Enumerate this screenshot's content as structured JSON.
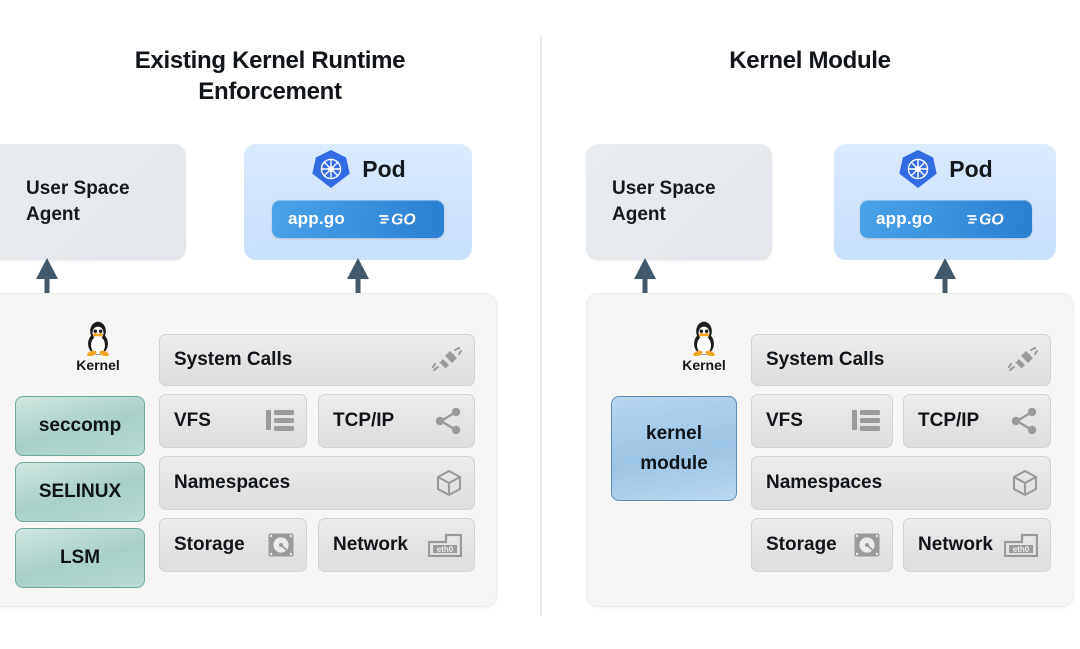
{
  "diagram": {
    "panels": [
      {
        "id": "existing",
        "title": "Existing Kernel Runtime Enforcement",
        "agent": {
          "label_line1": "User Space",
          "label_line2": "Agent"
        },
        "pod": {
          "label": "Pod",
          "icon": "kubernetes-icon",
          "app_badge": "app.go",
          "app_icon": "golang-logo"
        },
        "kernel": {
          "os_label": "Kernel",
          "os_icon": "linux-tux-icon",
          "enforcement": [
            {
              "label": "seccomp"
            },
            {
              "label": "SELINUX"
            },
            {
              "label": "LSM"
            }
          ],
          "subsystems": [
            {
              "label": "System Calls",
              "icon": "plug-connector-icon"
            },
            {
              "label": "VFS",
              "icon": "file-list-icon"
            },
            {
              "label": "TCP/IP",
              "icon": "share-network-icon"
            },
            {
              "label": "Namespaces",
              "icon": "cube-icon"
            },
            {
              "label": "Storage",
              "icon": "hard-disk-icon"
            },
            {
              "label": "Network",
              "icon": "eth0-nic-icon"
            }
          ]
        },
        "arrows": [
          {
            "name": "agent-to-seccomp-arrow",
            "direction": "bidirectional"
          },
          {
            "name": "pod-to-tcpip-arrow",
            "direction": "bidirectional"
          }
        ]
      },
      {
        "id": "kernel-module",
        "title": "Kernel Module",
        "agent": {
          "label_line1": "User Space",
          "label_line2": "Agent"
        },
        "pod": {
          "label": "Pod",
          "icon": "kubernetes-icon",
          "app_badge": "app.go",
          "app_icon": "golang-logo"
        },
        "kernel": {
          "os_label": "Kernel",
          "os_icon": "linux-tux-icon",
          "module": {
            "label_line1": "kernel",
            "label_line2": "module"
          },
          "subsystems": [
            {
              "label": "System Calls",
              "icon": "plug-connector-icon"
            },
            {
              "label": "VFS",
              "icon": "file-list-icon"
            },
            {
              "label": "TCP/IP",
              "icon": "share-network-icon"
            },
            {
              "label": "Namespaces",
              "icon": "cube-icon"
            },
            {
              "label": "Storage",
              "icon": "hard-disk-icon"
            },
            {
              "label": "Network",
              "icon": "eth0-nic-icon"
            }
          ]
        },
        "arrows": [
          {
            "name": "agent-to-module-arrow",
            "direction": "bidirectional"
          },
          {
            "name": "pod-to-tcpip-arrow",
            "direction": "bidirectional"
          }
        ]
      }
    ],
    "colors": {
      "title_text": "#111418",
      "enforcement_fill": "#a9cfc7",
      "enforcement_border": "#6fa89e",
      "module_fill": "#9cc4e4",
      "module_border": "#5d8db5",
      "pod_fill": "#cfe3fb",
      "agent_fill": "#e3e7eb",
      "kernel_panel_fill": "#f6f6f4",
      "arrow": "#41596b",
      "kubernetes_blue": "#326ce5",
      "appgo_blue": "#3d95e0",
      "tile_fill": "#e3e3e3",
      "divider": "#e8e8e8"
    }
  }
}
